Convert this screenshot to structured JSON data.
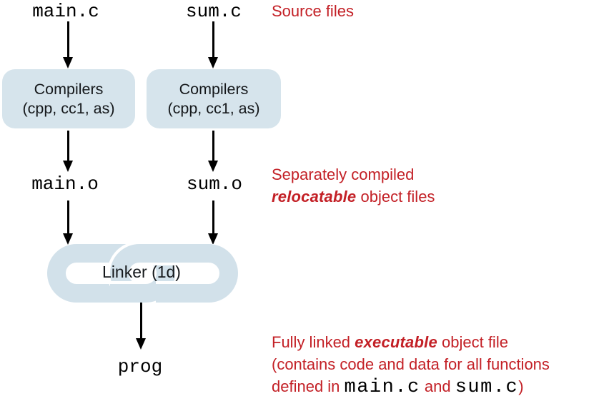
{
  "colors": {
    "annotation_red": "#c32026",
    "compiler_box_fill": "#d6e4ec",
    "chain_fill": "#d2e1ea",
    "ink": "#15181b"
  },
  "diagram": {
    "sources": [
      "main.c",
      "sum.c"
    ],
    "compilers": [
      {
        "line1": "Compilers",
        "line2": "(cpp, cc1, as)"
      },
      {
        "line1": "Compilers",
        "line2": "(cpp, cc1, as)"
      }
    ],
    "objects": [
      "main.o",
      "sum.o"
    ],
    "linker_label": "Linker (1d)",
    "output": "prog"
  },
  "annotations": {
    "source_files": "Source files",
    "relocatable": {
      "line1": "Separately compiled",
      "emphasis": "relocatable",
      "line2_rest": " object files"
    },
    "executable": {
      "line1_prefix": "Fully linked ",
      "emphasis": "executable",
      "line1_suffix": " object file",
      "line2": "(contains code and data for all functions",
      "line3_prefix": "defined in ",
      "code1": "main.c",
      "line3_mid": " and ",
      "code2": "sum.c",
      "line3_suffix": ")"
    }
  }
}
